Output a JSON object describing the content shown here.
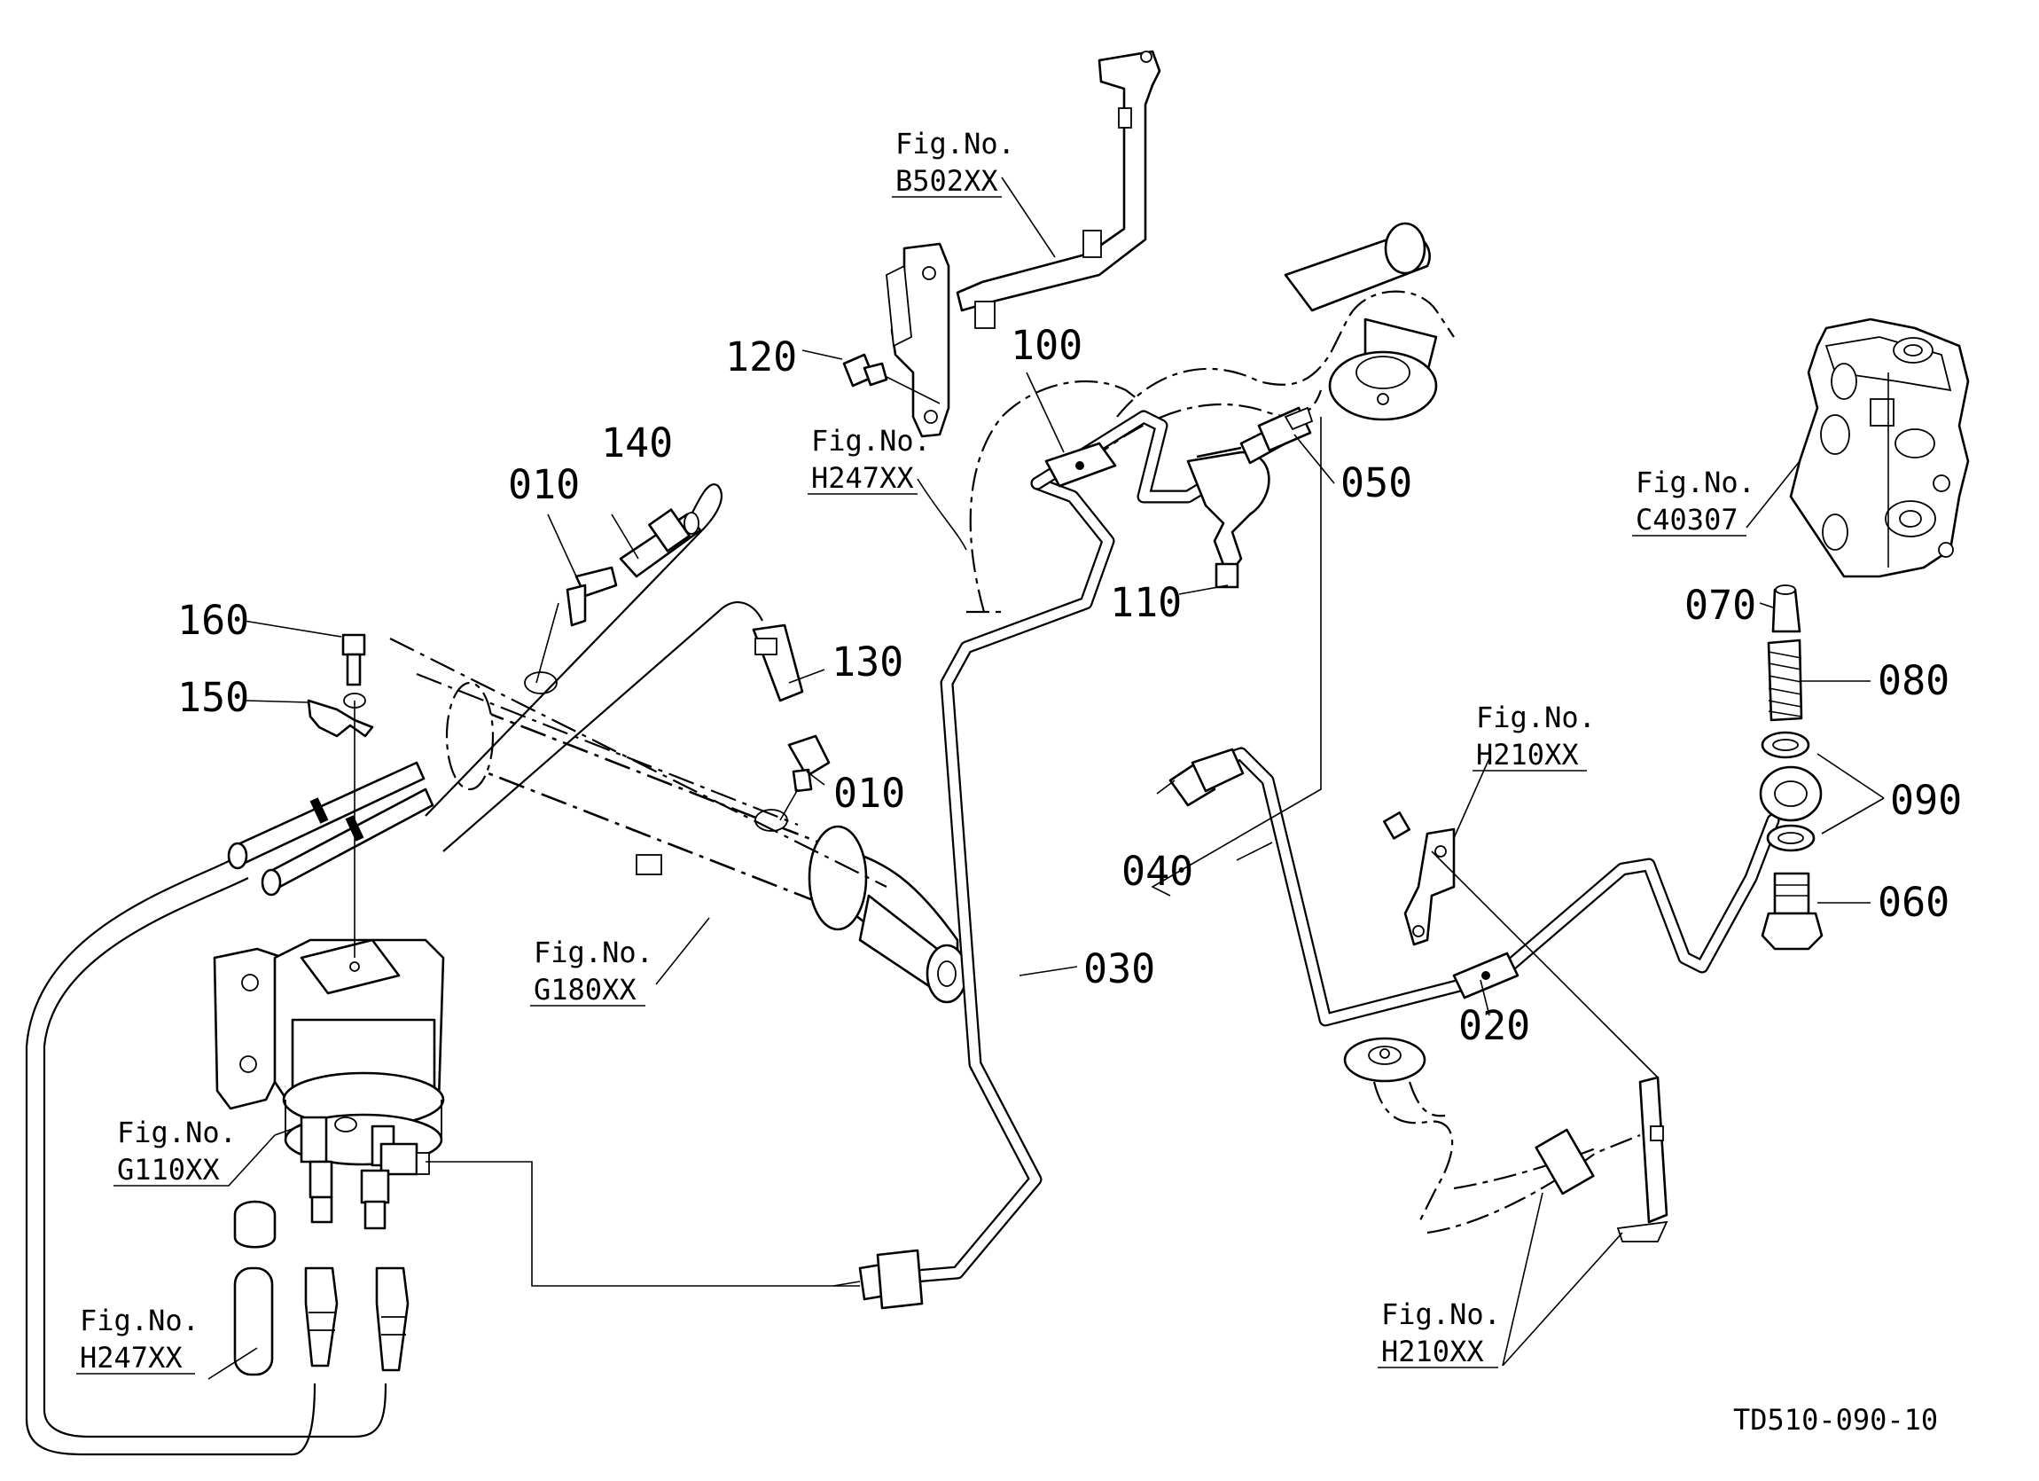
{
  "diagram": {
    "drawing_code": "TD510-090-10",
    "fig_no_label": "Fig.No.",
    "parts": [
      {
        "id": "p010a",
        "number": "010"
      },
      {
        "id": "p010b",
        "number": "010"
      },
      {
        "id": "p020",
        "number": "020"
      },
      {
        "id": "p030",
        "number": "030"
      },
      {
        "id": "p040",
        "number": "040"
      },
      {
        "id": "p050",
        "number": "050"
      },
      {
        "id": "p060",
        "number": "060"
      },
      {
        "id": "p070",
        "number": "070"
      },
      {
        "id": "p080",
        "number": "080"
      },
      {
        "id": "p090",
        "number": "090"
      },
      {
        "id": "p100",
        "number": "100"
      },
      {
        "id": "p110",
        "number": "110"
      },
      {
        "id": "p120",
        "number": "120"
      },
      {
        "id": "p130",
        "number": "130"
      },
      {
        "id": "p140",
        "number": "140"
      },
      {
        "id": "p150",
        "number": "150"
      },
      {
        "id": "p160",
        "number": "160"
      }
    ],
    "figure_refs": [
      {
        "id": "B502",
        "code": "B502XX"
      },
      {
        "id": "H247a",
        "code": "H247XX"
      },
      {
        "id": "C40307",
        "code": "C40307"
      },
      {
        "id": "H210a",
        "code": "H210XX"
      },
      {
        "id": "G180",
        "code": "G180XX"
      },
      {
        "id": "G110",
        "code": "G110XX"
      },
      {
        "id": "H247b",
        "code": "H247XX"
      },
      {
        "id": "H210b",
        "code": "H210XX"
      }
    ]
  }
}
